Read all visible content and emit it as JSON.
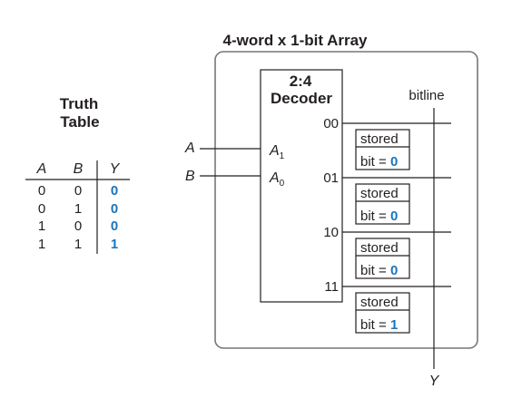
{
  "truth_table": {
    "title_line1": "Truth",
    "title_line2": "Table",
    "headers": [
      "A",
      "B",
      "Y"
    ],
    "rows": [
      [
        "0",
        "0",
        "0"
      ],
      [
        "0",
        "1",
        "0"
      ],
      [
        "1",
        "0",
        "0"
      ],
      [
        "1",
        "1",
        "1"
      ]
    ]
  },
  "array": {
    "title": "4-word x 1-bit Array",
    "decoder_line1": "2:4",
    "decoder_line2": "Decoder",
    "input_a": "A",
    "input_b": "B",
    "decoder_in_high": "A",
    "decoder_in_high_sub": "1",
    "decoder_in_low": "A",
    "decoder_in_low_sub": "0",
    "bitline_label": "bitline",
    "output_label": "Y",
    "cell_top": "stored",
    "cell_bottom": "bit = ",
    "words": [
      {
        "address": "00",
        "value": "0"
      },
      {
        "address": "01",
        "value": "0"
      },
      {
        "address": "10",
        "value": "0"
      },
      {
        "address": "11",
        "value": "1"
      }
    ]
  },
  "colors": {
    "ink": "#231f20",
    "value_blue": "#1b75bc"
  }
}
